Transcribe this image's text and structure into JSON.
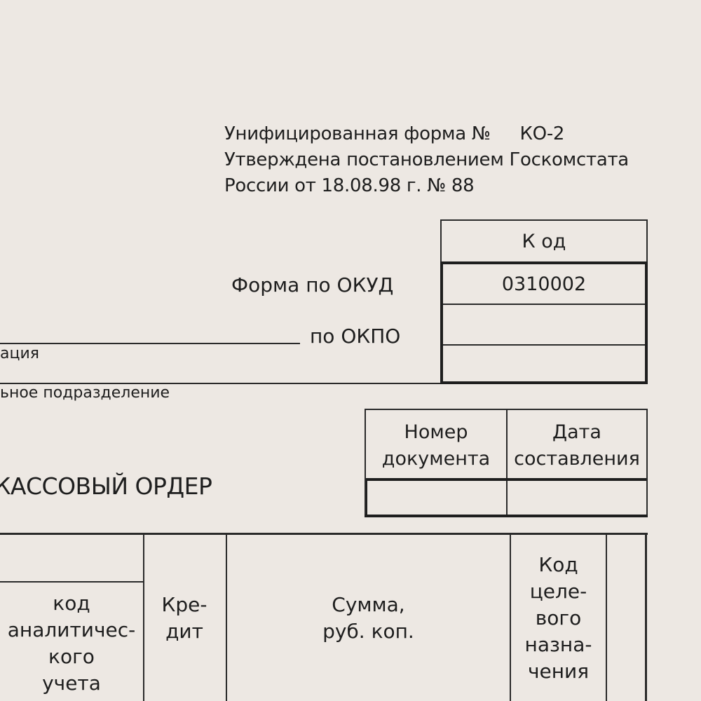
{
  "header": {
    "line1_a": "Унифицированная форма №",
    "line1_b": "КО-2",
    "line2": "Утверждена постановлением Госкомстата",
    "line3": "России от 18.08.98 г. № 88"
  },
  "codes": {
    "header": "К од",
    "okud_label": "Форма по ОКУД",
    "okud_value": "0310002",
    "okpo_label": "по ОКПО",
    "okpo_value": "",
    "extra_value": ""
  },
  "captions": {
    "organization": "ация",
    "division": "ьное подразделение"
  },
  "doc_table": {
    "col1": "Номер\nдокумента",
    "col2": "Дата\nсоставления",
    "number_value": "",
    "date_value": ""
  },
  "title": "КАССОВЫЙ  ОРДЕР",
  "main_table": {
    "col_analytic": "код\nаналитичес-\nкого\nучета",
    "col_credit": "Кре-\nдит",
    "col_sum": "Сумма,\nруб. коп.",
    "col_purpose": "Код\nцеле-\nвого\nназна-\nчения"
  }
}
